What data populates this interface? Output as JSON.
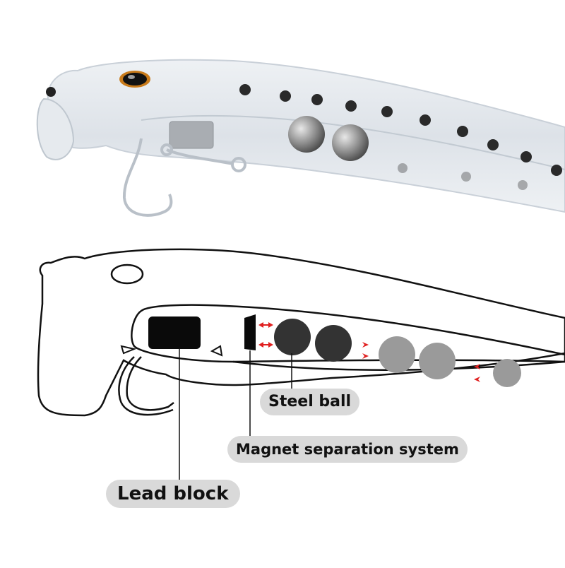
{
  "labels": {
    "steel_ball": "Steel ball",
    "magnet_system": "Magnet separation system",
    "lead_block": "Lead block"
  },
  "colors": {
    "outline": "#111111",
    "lead_block": "#0a0a0a",
    "steel_ball_dark": "#333333",
    "steel_ball_light": "#9a9a9a",
    "arrow": "#e02020",
    "label_bg": "#d9d9d9",
    "lure_dot": "#2a2a2a",
    "photo_bg": "#f1f3f5"
  },
  "icons": [
    "fishing-lure-photo",
    "treble-hook-icon",
    "lure-eye-icon"
  ]
}
